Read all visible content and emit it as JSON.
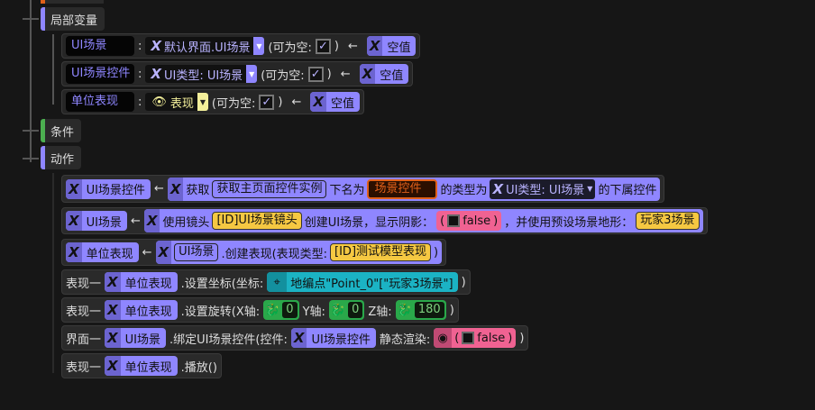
{
  "sections": {
    "local_vars": "局部变量",
    "condition": "条件",
    "action": "动作"
  },
  "common": {
    "colon": ":",
    "nullable": "(可为空:",
    "close": ")",
    "arrow": "←",
    "null_value": "空值",
    "check": "✓",
    "x_glyph": "X"
  },
  "vars": [
    {
      "name": "UI场景",
      "type": "默认界面.UI场景"
    },
    {
      "name": "UI场景控件",
      "type": "UI类型: UI场景"
    },
    {
      "name": "单位表现",
      "type": "表现"
    }
  ],
  "actions": {
    "a1": {
      "target": "UI场景控件",
      "fn": "获取",
      "arg1": "获取主页面控件实例",
      "t1": "下名为",
      "arg2": "场景控件",
      "t2": "的类型为",
      "type": "UI类型: UI场景",
      "t3": "的下属控件"
    },
    "a2": {
      "target": "UI场景",
      "t1": "使用镜头",
      "cam": "[ID]UI场景镜头",
      "t2": "创建UI场景，显示阴影：",
      "bool": "false",
      "open": "(",
      "close": ")",
      "t3": "，并使用预设场景地形：",
      "terrain": "玩家3场景"
    },
    "a3": {
      "target": "单位表现",
      "obj": "UI场景",
      "t1": ".创建表现(表现类型:",
      "model": "[ID]测试模型表现",
      "close": ")"
    },
    "a4": {
      "prefix": "表现一",
      "obj": "单位表现",
      "t1": ".设置坐标(坐标:",
      "point": "地编点\"Point_0\"[\"玩家3场景\"]",
      "close": ")"
    },
    "a5": {
      "prefix": "表现一",
      "obj": "单位表现",
      "t1": ".设置旋转(X轴:",
      "x": "0",
      "yl": "Y轴:",
      "y": "0",
      "zl": "Z轴:",
      "z": "180",
      "close": ")"
    },
    "a6": {
      "prefix": "界面一",
      "obj": "UI场景",
      "t1": ".绑定UI场景控件(控件:",
      "ctrl": "UI场景控件",
      "t2": "静态渲染:",
      "open": "(",
      "bool": "false",
      "close": ")"
    },
    "a7": {
      "prefix": "表现一",
      "obj": "单位表现",
      "t1": ".播放()"
    }
  }
}
